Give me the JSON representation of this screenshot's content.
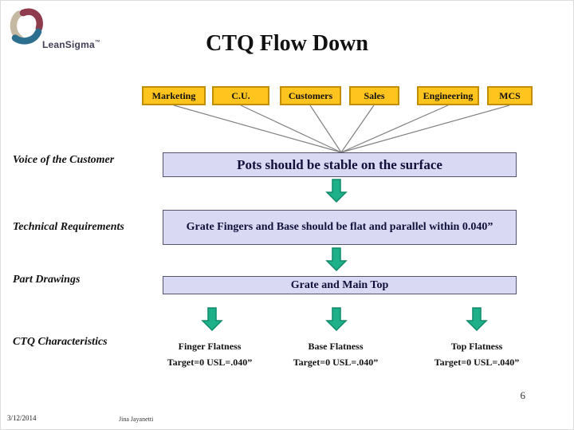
{
  "title": "CTQ Flow Down",
  "logo": {
    "brand": "LeanSigma",
    "trademark": "™"
  },
  "sources": [
    {
      "label": "Marketing"
    },
    {
      "label": "C.U."
    },
    {
      "label": "Customers"
    },
    {
      "label": "Sales"
    },
    {
      "label": "Engineering"
    },
    {
      "label": "MCS"
    }
  ],
  "rows": [
    {
      "label": "Voice of the Customer",
      "box_text": "Pots should be stable on the surface"
    },
    {
      "label": "Technical Requirements",
      "box_text": "Grate Fingers and Base should be flat and parallel within 0.040”"
    },
    {
      "label": "Part Drawings",
      "box_text": "Grate and Main Top"
    },
    {
      "label": "CTQ Characteristics"
    }
  ],
  "ctq_characteristics": [
    {
      "name": "Finger Flatness",
      "spec": "Target=0  USL=.040”"
    },
    {
      "name": "Base Flatness",
      "spec": "Target=0 USL=.040”"
    },
    {
      "name": "Top Flatness",
      "spec": "Target=0  USL=.040”"
    }
  ],
  "page_number": "6",
  "footer": {
    "date": "3/12/2014",
    "author": "Jina Jayanetti"
  },
  "colors": {
    "source_box_fill": "#FFC41E",
    "source_box_border": "#BF8F00",
    "main_box_fill": "#D9D9F3",
    "main_box_border": "#55556E",
    "arrow_fill": "#1EB189",
    "arrow_border": "#0F8A68",
    "connector_line": "#808080",
    "logo_maroon": "#8E3B4E",
    "logo_teal": "#2C6F8E",
    "logo_beige": "#C6B9A3"
  }
}
